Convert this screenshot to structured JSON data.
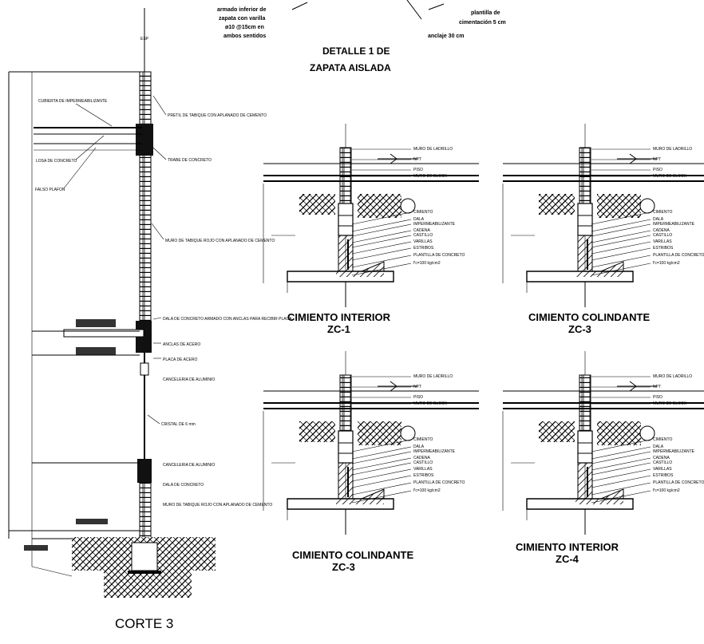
{
  "detail_header": {
    "note_left": [
      "armado inferior de",
      "zapata con varilla",
      "ø10 @15cm en",
      "ambos sentidos"
    ],
    "note_right": [
      "plantilla de",
      "cimentación 5 cm"
    ],
    "note_anchor": "anclaje 30 cm",
    "title_line1": "DETALLE 1 DE",
    "title_line2": "ZAPATA AISLADA"
  },
  "corte": {
    "title": "CORTE 3",
    "labels": [
      "CUBIERTA DE IMPERMEABILIZANTE",
      "PRETIL DE TABIQUE CON APLANADO DE CEMENTO",
      "LOSA DE CONCRETO",
      "TRABE DE CONCRETO",
      "FALSO PLAFON",
      "MURO DE TABIQUE ROJO CON APLANADO DE CEMENTO",
      "DALA DE CONCRETO ARMADO CON ANCLAS PARA RECIBIR PLACA",
      "ANCLAS DE ACERO",
      "PLACA DE ACERO",
      "CANCELERIA DE ALUMINIO",
      "CRISTAL DE 6 mm",
      "CANCELERIA DE ALUMINIO",
      "DALA DE CONCRETO",
      "MURO DE TABIQUE ROJO CON APLANADO DE CEMENTO"
    ]
  },
  "details": [
    {
      "title": "CIMIENTO INTERIOR",
      "code": "ZC-1",
      "labels": [
        "MURO DE LADRILLO",
        "NPT",
        "PISO",
        "MURO DE BLOCK",
        "CIMIENTO",
        "DALA",
        "IMPERMEABILIZANTE",
        "CADENA",
        "CASTILLO",
        "VARILLAS",
        "ESTRIBOS",
        "PLANTILLA DE CONCRETO",
        "f'c=100 kg/cm2"
      ]
    },
    {
      "title": "CIMIENTO COLINDANTE",
      "code": "ZC-3",
      "labels": [
        "MURO DE LADRILLO",
        "NPT",
        "PISO",
        "MURO DE BLOCK",
        "CIMIENTO",
        "DALA",
        "IMPERMEABILIZANTE",
        "CADENA",
        "CASTILLO",
        "VARILLAS",
        "ESTRIBOS",
        "PLANTILLA DE CONCRETO",
        "f'c=100 kg/cm2"
      ]
    },
    {
      "title": "CIMIENTO COLINDANTE",
      "code": "ZC-3",
      "labels": [
        "MURO DE LADRILLO",
        "NPT",
        "PISO",
        "MURO DE BLOCK",
        "CIMIENTO",
        "DALA",
        "IMPERMEABILIZANTE",
        "CADENA",
        "CASTILLO",
        "VARILLAS",
        "ESTRIBOS",
        "PLANTILLA DE CONCRETO",
        "f'c=100 kg/cm2"
      ]
    },
    {
      "title": "CIMIENTO INTERIOR",
      "code": "ZC-4",
      "labels": [
        "MURO DE LADRILLO",
        "NPT",
        "PISO",
        "MURO DE BLOCK",
        "CIMIENTO",
        "DALA",
        "IMPERMEABILIZANTE",
        "CADENA",
        "CASTILLO",
        "VARILLAS",
        "ESTRIBOS",
        "PLANTILLA DE CONCRETO",
        "f'c=100 kg/cm2"
      ]
    }
  ]
}
